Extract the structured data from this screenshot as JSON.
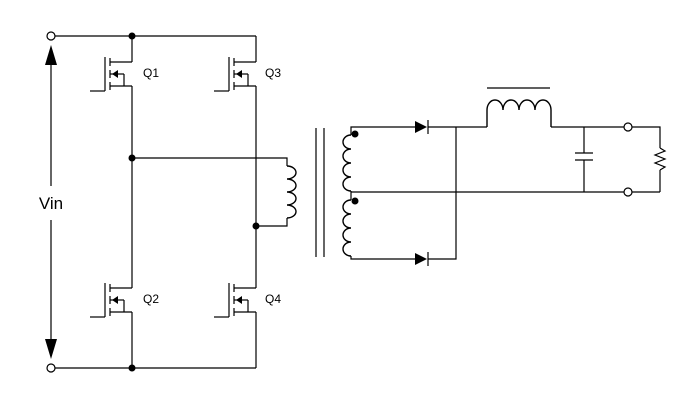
{
  "labels": {
    "vin": "Vin",
    "q1": "Q1",
    "q2": "Q2",
    "q3": "Q3",
    "q4": "Q4"
  }
}
